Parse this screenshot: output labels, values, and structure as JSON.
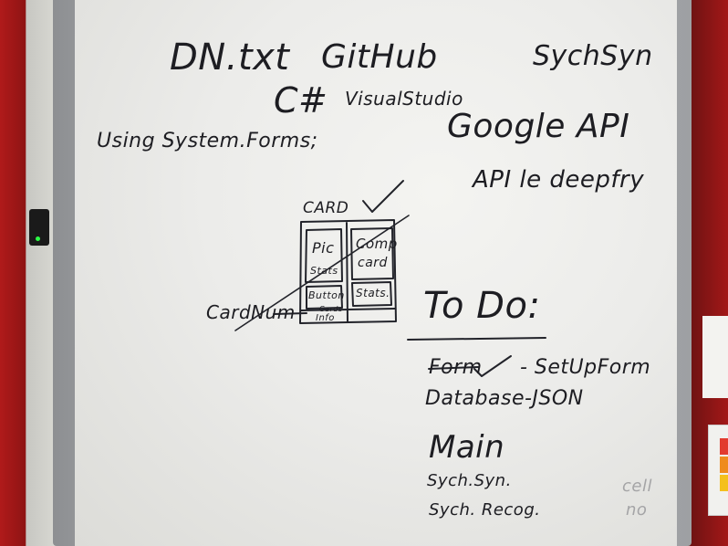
{
  "board": {
    "line1_a": "DN.txt",
    "line1_b": "GitHub",
    "line1_c": "SychSyn",
    "csharp": "C#",
    "visualstudio": "VisualStudio",
    "google_api": "Google API",
    "using": "Using System.Forms;",
    "api_deepfry": "API le deepfry",
    "card_title": "CARD",
    "pic": "Pic",
    "stats": "Stats",
    "comp_card_1": "Comp",
    "comp_card_2": "card",
    "button": "Button",
    "stats2": "Stats.",
    "cardnum_label": "CardNum",
    "cards_small": "Cards",
    "info": "Info",
    "todo": "To Do:",
    "form": "Form",
    "setupform": "- SetUpForm",
    "database": "Database-JSON",
    "main": "Main",
    "sych_syn": "Sych.Syn.",
    "sych_recog": "Sych. Recog.",
    "ghost_cell": "cell",
    "ghost_no": "no"
  },
  "colors": {
    "ink": "#1d1d22",
    "board": "#ececea",
    "wall": "#a31818"
  }
}
